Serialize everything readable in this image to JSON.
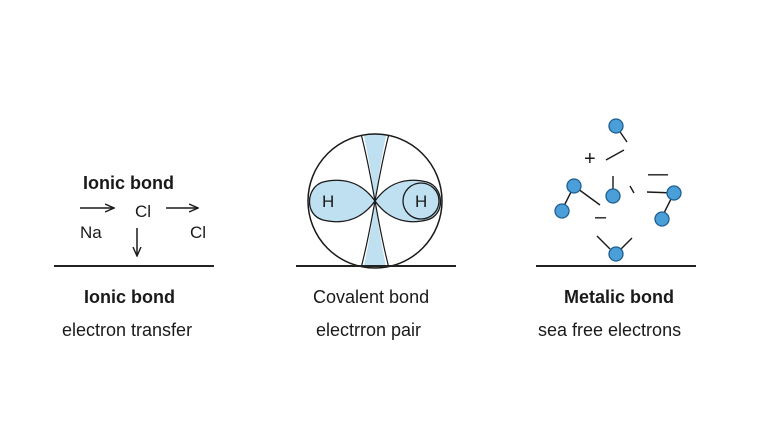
{
  "colors": {
    "ink": "#1a1a1a",
    "fill_light_blue": "#bfe0f0",
    "atom_blue": "#4a9fd8",
    "atom_stroke": "#1f5f8f",
    "ground_line": "#222222"
  },
  "ionic": {
    "heading": "Ionic bond",
    "atom_na": "Na",
    "atom_cl_1": "Cl",
    "atom_cl_2": "Cl",
    "caption_title": "Ionic bond",
    "caption_sub": "electron transfer"
  },
  "covalent": {
    "atom_h_1": "H",
    "atom_h_2": "H",
    "caption_title": "Covalent bond",
    "caption_sub": "electrron pair"
  },
  "metallic": {
    "sign_plus": "+",
    "sign_minus_1": "—",
    "sign_minus_2": "–",
    "caption_title": "Metalic bond",
    "caption_sub": "sea free electrons"
  }
}
